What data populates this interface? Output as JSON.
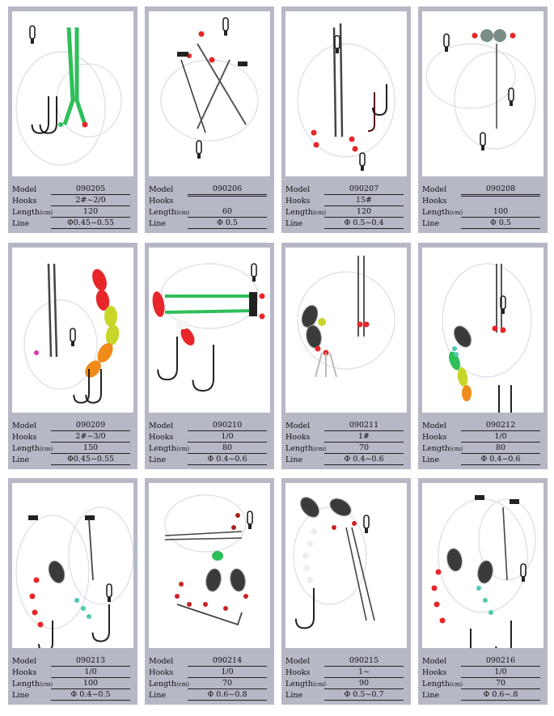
{
  "labels": {
    "model": "Model",
    "hooks": "Hooks",
    "length": "Length",
    "length_unit": "(cm)",
    "line": "Line"
  },
  "products": [
    {
      "model": "090205",
      "hooks": "2#~2/0",
      "length": "120",
      "line": "Φ0.45~0.55"
    },
    {
      "model": "090206",
      "hooks": "",
      "length": "60",
      "line": "Φ  0.5"
    },
    {
      "model": "090207",
      "hooks": "15#",
      "length": "120",
      "line": "Φ 0.5~0.4"
    },
    {
      "model": "090208",
      "hooks": "",
      "length": "100",
      "line": "Φ  0.5"
    },
    {
      "model": "090209",
      "hooks": "2#~3/0",
      "length": "150",
      "line": "Φ0.45~0.55"
    },
    {
      "model": "090210",
      "hooks": "1/0",
      "length": "80",
      "line": "Φ 0.4~0.6"
    },
    {
      "model": "090211",
      "hooks": "1#",
      "length": "70",
      "line": "Φ 0.4~0.6"
    },
    {
      "model": "090212",
      "hooks": "1/0",
      "length": "80",
      "line": "Φ 0.4~0.6"
    },
    {
      "model": "090213",
      "hooks": "1/0",
      "length": "100",
      "line": "Φ 0.4~0.5"
    },
    {
      "model": "090214",
      "hooks": "1/0",
      "length": "70",
      "line": "Φ 0.6~0.8"
    },
    {
      "model": "090215",
      "hooks": "1~",
      "length": "90",
      "line": "Φ 0.5~0.7"
    },
    {
      "model": "090216",
      "hooks": "1/0",
      "length": "70",
      "line": "Φ  0.6~.8"
    }
  ],
  "colors": {
    "card": "#b6b8c6",
    "bead_red": "#e8262a",
    "float_green": "#2fbf5a",
    "float_yellow": "#c8d62a",
    "bead_teal": "#4fc9b0",
    "wire": "#333333"
  }
}
